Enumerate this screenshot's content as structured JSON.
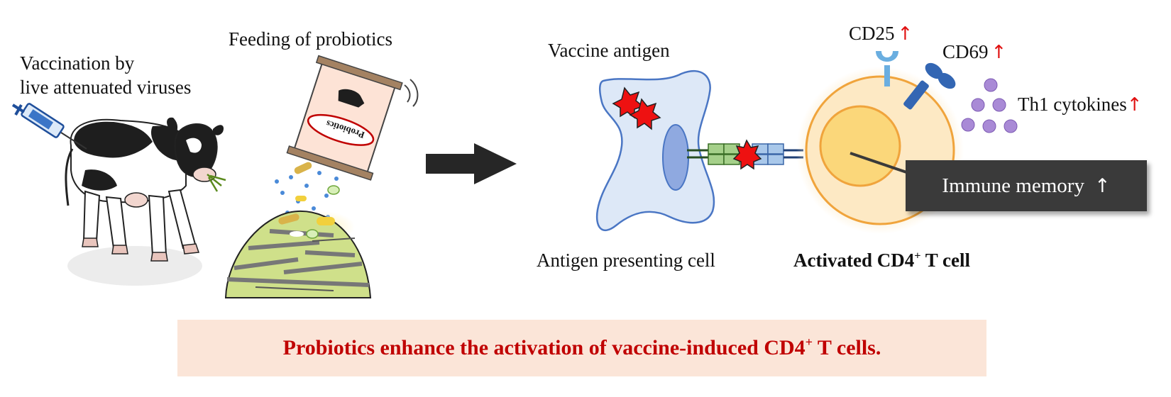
{
  "labels": {
    "vaccination_line1": "Vaccination by",
    "vaccination_line2": "live attenuated viruses",
    "feeding": "Feeding of probiotics",
    "probiotics_can": "Probiotics",
    "vaccine_antigen": "Vaccine antigen",
    "apc": "Antigen presenting cell",
    "activated_cell_pre": "Activated CD4",
    "activated_cell_sup": "+",
    "activated_cell_post": " T cell",
    "cd25": "CD25",
    "cd69": "CD69",
    "th1": "Th1 cytokines",
    "up_arrow": "↑",
    "immune_memory": "Immune memory",
    "memory_arrow": "↑"
  },
  "banner": {
    "pre": "Probiotics enhance the activation of vaccine-induced CD4",
    "sup": "+",
    "post": " T cells."
  },
  "colors": {
    "banner_bg": "#fbe5d8",
    "banner_text": "#c00000",
    "up_arrow": "#e01010",
    "memory_box": "#3a3a3a",
    "cell_outer": "#fde9c4",
    "cell_nucleus": "#fbd77a",
    "apc_fill": "#dde8f7",
    "apc_stroke": "#4a76c4"
  }
}
